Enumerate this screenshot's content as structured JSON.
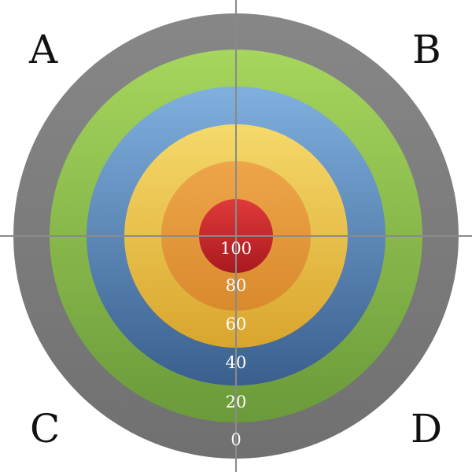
{
  "quadrants": {
    "top_left": "A",
    "top_right": "B",
    "bottom_left": "C",
    "bottom_right": "D"
  },
  "rings": [
    {
      "score": "0",
      "color_top": "#878787",
      "color_bottom": "#707070"
    },
    {
      "score": "20",
      "color_top": "#a6d65c",
      "color_bottom": "#6a9a3a"
    },
    {
      "score": "40",
      "color_top": "#7fb0de",
      "color_bottom": "#3a5f8e"
    },
    {
      "score": "60",
      "color_top": "#f5d96a",
      "color_bottom": "#d9a52d"
    },
    {
      "score": "80",
      "color_top": "#eea54a",
      "color_bottom": "#d98a2c"
    },
    {
      "score": "100",
      "color_top": "#e03a3a",
      "color_bottom": "#a8191f"
    }
  ],
  "crosshair_color": "#8a8a8a"
}
